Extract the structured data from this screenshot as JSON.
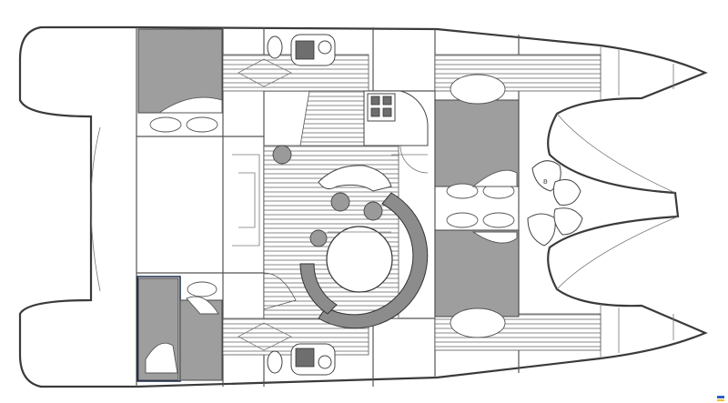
{
  "diagram": {
    "kind": "catamaran-deck-plan",
    "colors": {
      "outline": "#3a3a3a",
      "bed_fill": "#9e9e9e",
      "flooring_stripe": "#8a8a8a",
      "sofa_fill": "#8c8c8c",
      "accent_mark_blue": "#2f5fbf",
      "accent_mark_yellow": "#f2c230"
    },
    "elements": [
      {
        "name": "hull-outline"
      },
      {
        "name": "cabin-aft-port-bed"
      },
      {
        "name": "cabin-aft-starboard-bed"
      },
      {
        "name": "cabin-forward-port-bed"
      },
      {
        "name": "cabin-forward-starboard-bed"
      },
      {
        "name": "head-port"
      },
      {
        "name": "head-starboard"
      },
      {
        "name": "galley-stove"
      },
      {
        "name": "saloon-settee"
      },
      {
        "name": "saloon-table"
      },
      {
        "name": "bar-stool"
      },
      {
        "name": "foredeck-cushions"
      },
      {
        "name": "trampoline-bow"
      },
      {
        "name": "corner-logo"
      }
    ]
  }
}
